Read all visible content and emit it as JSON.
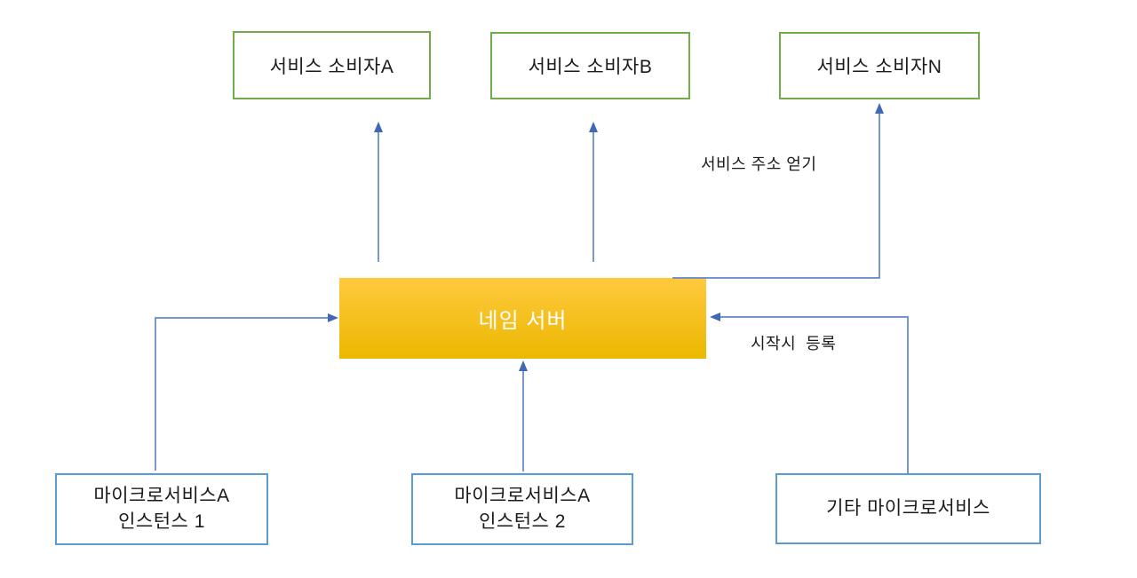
{
  "diagram": {
    "consumers": [
      {
        "label": "서비스 소비자A"
      },
      {
        "label": "서비스 소비자B"
      },
      {
        "label": "서비스 소비자N"
      }
    ],
    "name_server": {
      "label": "네임 서버"
    },
    "microservices": [
      {
        "line1": "마이크로서비스A",
        "line2": "인스턴스 1"
      },
      {
        "line1": "마이크로서비스A",
        "line2": "인스턴스 2"
      },
      {
        "line1": "기타 마이크로서비스"
      }
    ],
    "annotations": {
      "get_address": "서비스 주소 얻기",
      "register_on_start": "시작시  등록"
    },
    "colors": {
      "consumer_border": "#70AD47",
      "microservice_border": "#5B9BD5",
      "name_server_top": "#FFC93E",
      "name_server_bottom": "#EBB800",
      "connector": "#6287C6",
      "arrowhead": "#3F69B5"
    }
  }
}
